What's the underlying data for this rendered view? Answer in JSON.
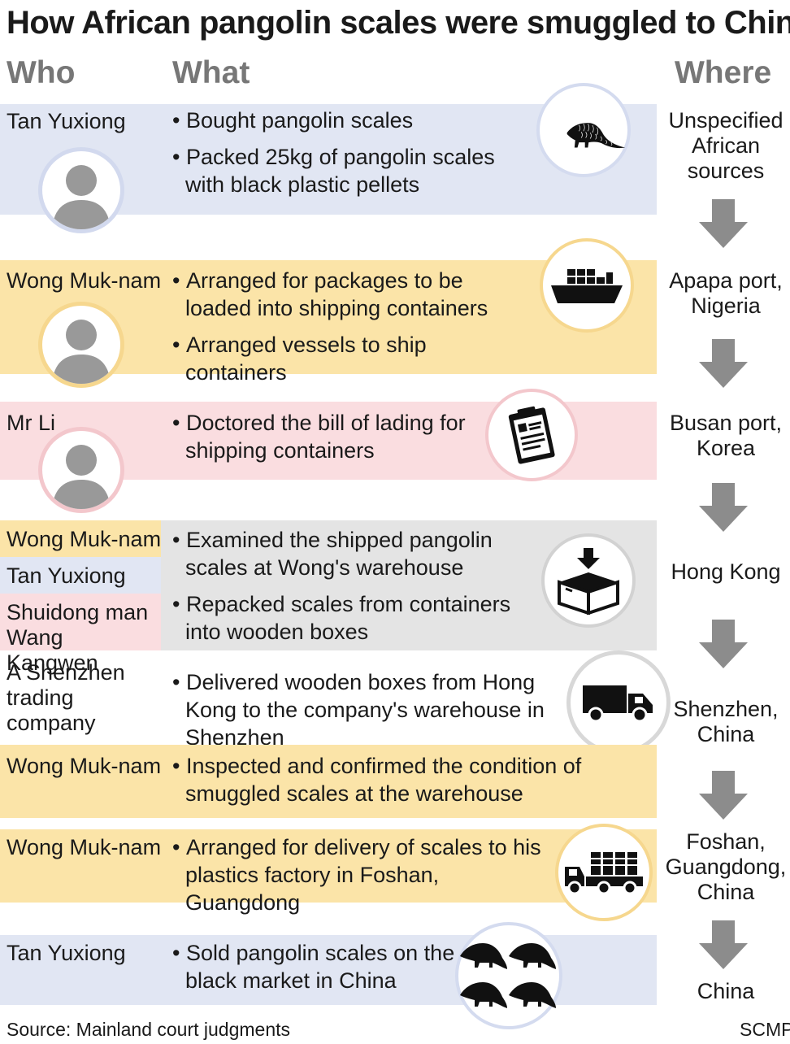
{
  "title": "How African pangolin scales were smuggled to China",
  "headers": {
    "who": "Who",
    "what": "What",
    "where": "Where"
  },
  "colors": {
    "blue": "#e1e6f3",
    "yellow": "#fbe4a8",
    "pink": "#fadde0",
    "grey": "#e4e4e4",
    "arrow": "#8c8c8c",
    "avatar": "#999999"
  },
  "steps": [
    {
      "who": "Tan Yuxiong",
      "what": [
        "Bought pangolin scales",
        "Packed 25kg of pangolin scales with black plastic pellets"
      ],
      "where": "Unspecified African sources",
      "icon": "pangolin-icon"
    },
    {
      "who": "Wong Muk-nam",
      "what": [
        "Arranged for packages to be loaded into shipping containers",
        "Arranged vessels to ship containers"
      ],
      "where": "Apapa port, Nigeria",
      "icon": "cargo-ship-icon"
    },
    {
      "who": "Mr Li",
      "what": [
        "Doctored the bill of lading for shipping containers"
      ],
      "where": "Busan port, Korea",
      "icon": "clipboard-icon"
    },
    {
      "who_list": [
        "Wong Muk-nam",
        "Tan Yuxiong",
        "Shuidong man Wang Kangwen"
      ],
      "what": [
        "Examined the shipped pangolin scales at Wong's warehouse",
        "Repacked scales from containers into wooden boxes"
      ],
      "where": "Hong Kong",
      "icon": "box-icon"
    },
    {
      "who": "A Shenzhen trading company",
      "what": [
        "Delivered wooden boxes from Hong Kong to the company's warehouse in Shenzhen"
      ],
      "where": "Shenzhen, China",
      "icon": "truck-icon"
    },
    {
      "who": "Wong Muk-nam",
      "what": [
        "Inspected and confirmed the condition of smuggled scales at the warehouse"
      ],
      "where": "",
      "icon": ""
    },
    {
      "who": "Wong Muk-nam",
      "what": [
        "Arranged for delivery of scales to his plastics factory in Foshan, Guangdong"
      ],
      "where": "Foshan, Guangdong, China",
      "icon": "cargo-truck-icon"
    },
    {
      "who": "Tan Yuxiong",
      "what": [
        "Sold pangolin scales on the black market in China"
      ],
      "where": "China",
      "icon": "pangolins-icon"
    }
  ],
  "footer": {
    "source": "Source: Mainland court judgments",
    "credit": "SCMP"
  }
}
